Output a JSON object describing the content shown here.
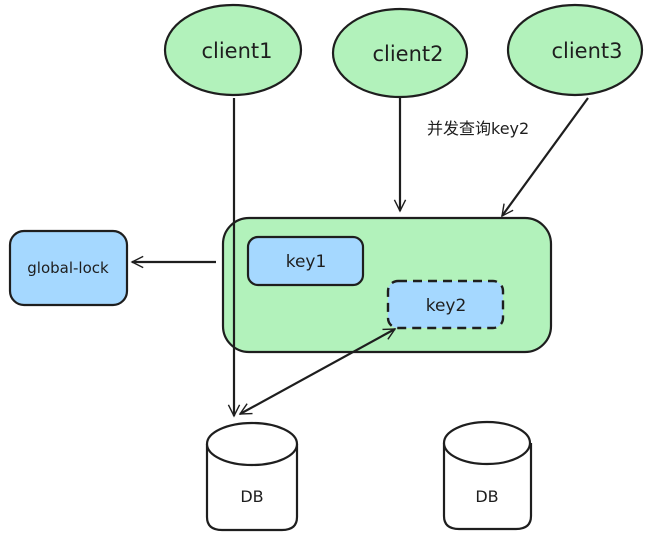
{
  "colors": {
    "client_fill": "#b2f2bb",
    "cache_fill": "#b2f2bb",
    "key_fill": "#a5d8ff",
    "lock_fill": "#a5d8ff",
    "stroke": "#1e1e1e",
    "db_fill": "#ffffff"
  },
  "clients": [
    {
      "label": "client1"
    },
    {
      "label": "client2"
    },
    {
      "label": "client3"
    }
  ],
  "annotation": "并发查询key2",
  "global_lock": {
    "label": "global-lock"
  },
  "cache": {
    "keys": [
      {
        "label": "key1",
        "style": "solid"
      },
      {
        "label": "key2",
        "style": "dashed"
      }
    ]
  },
  "databases": [
    {
      "label": "DB"
    },
    {
      "label": "DB"
    }
  ]
}
